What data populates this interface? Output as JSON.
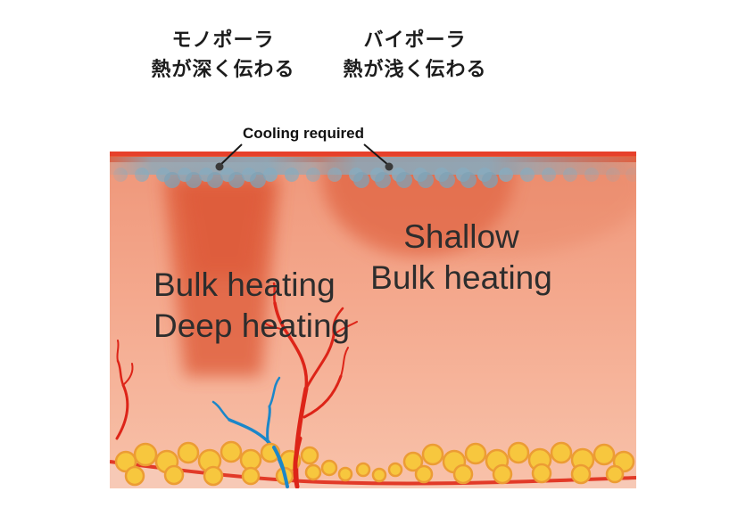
{
  "header": {
    "monopolar": {
      "title": "モノポーラ",
      "subtitle": "熱が深く伝わる"
    },
    "bipolar": {
      "title": "バイポーラ",
      "subtitle": "熱が浅く伝わる"
    }
  },
  "diagram": {
    "cooling_label": "Cooling required",
    "monopolar_zone": {
      "line1": "Bulk heating",
      "line2": "Deep heating"
    },
    "bipolar_zone": {
      "line1": "Shallow",
      "line2": "Bulk heating"
    }
  },
  "colors": {
    "epidermis_red": "#e85a36",
    "epidermis_top": "#e6402b",
    "cooling_blue": "#88abbe",
    "dermis_top": "#ef9679",
    "dermis_bottom": "#f8c2aa",
    "heat_zone": "#df5d3a",
    "vessel_red": "#dd2418",
    "vessel_blue": "#1b87c9",
    "fat_yellow": "#f7c73e",
    "fat_outline": "#ec9c34",
    "muscle_red": "#e23a28",
    "text_dark": "#2d2d2d"
  }
}
